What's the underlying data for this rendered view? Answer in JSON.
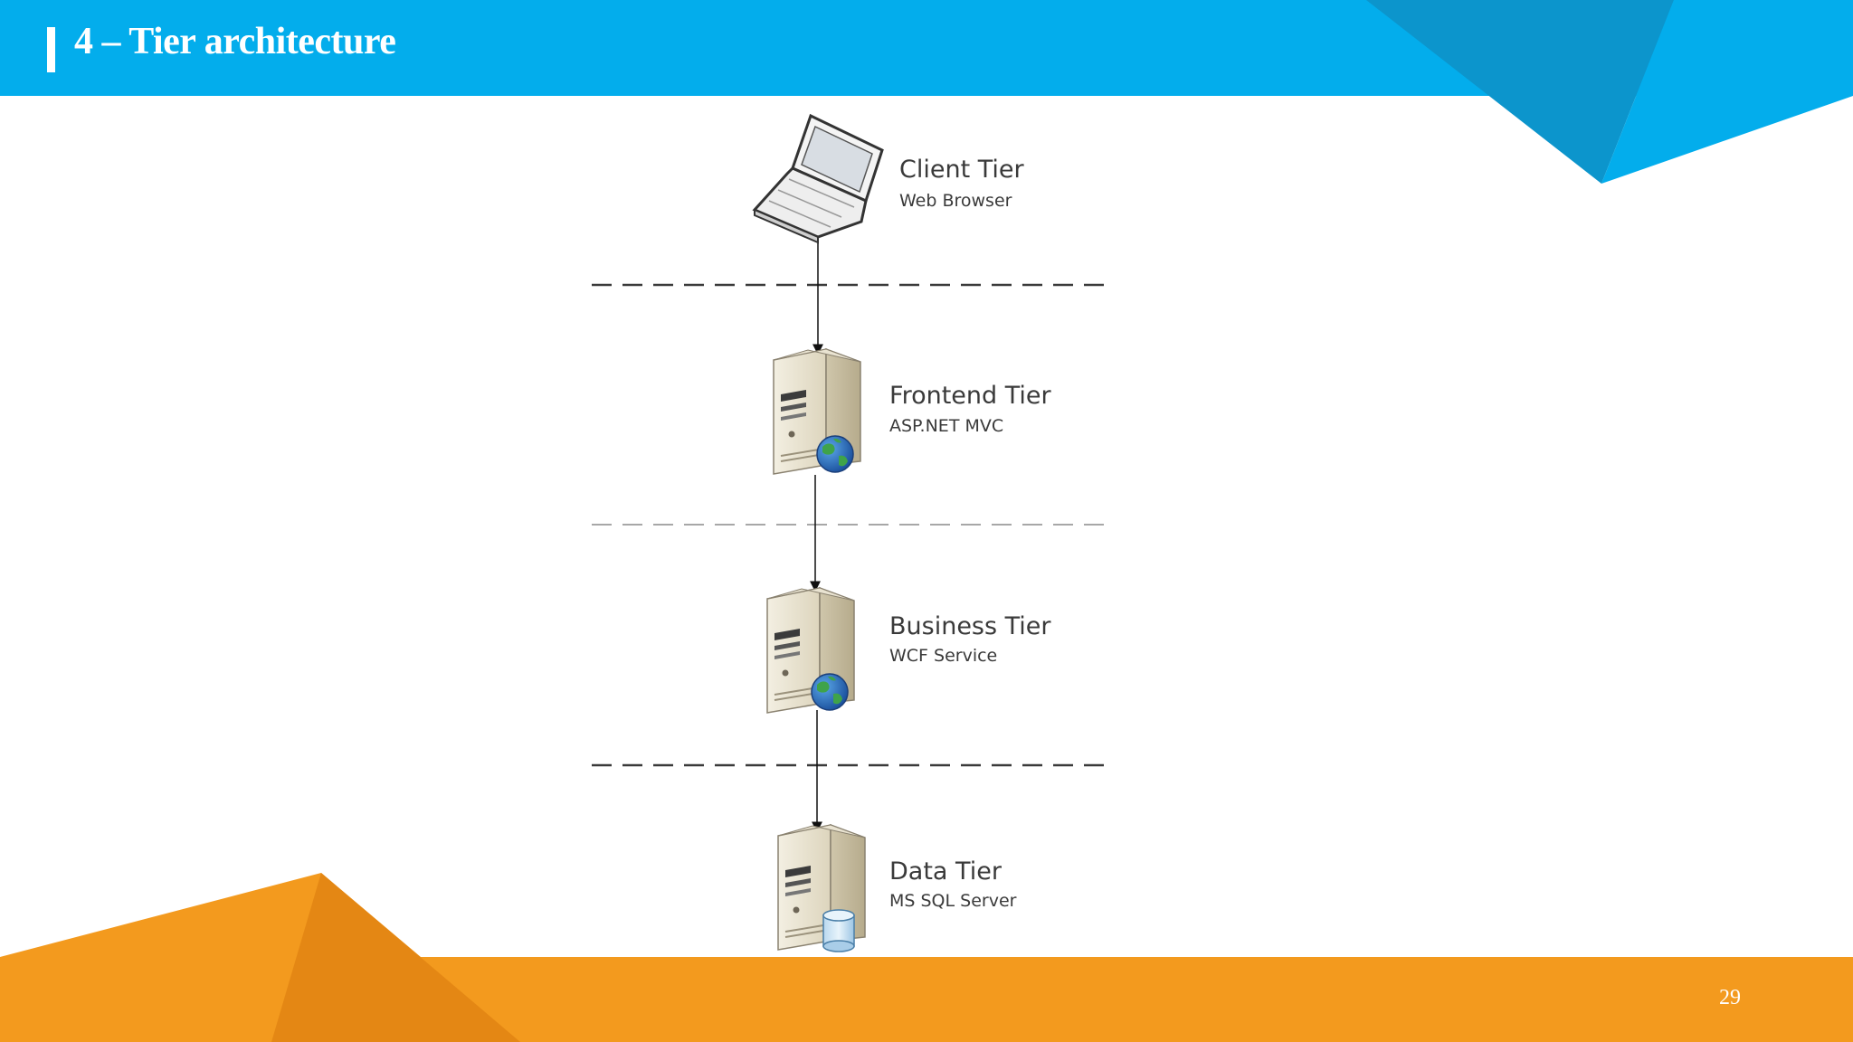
{
  "slide": {
    "title": "4 – Tier architecture",
    "page_number": "29"
  },
  "colors": {
    "header_blue": "#03adec",
    "header_dark_blue": "#0c95cc",
    "footer_orange": "#f39a1e",
    "footer_dark_orange": "#e48714"
  },
  "diagram": {
    "tiers": [
      {
        "name": "Client Tier",
        "tech": "Web Browser",
        "icon": "laptop-icon"
      },
      {
        "name": "Frontend Tier",
        "tech": "ASP.NET MVC",
        "icon": "web-server-icon"
      },
      {
        "name": "Business Tier",
        "tech": "WCF Service",
        "icon": "web-server-icon"
      },
      {
        "name": "Data Tier",
        "tech": "MS SQL Server",
        "icon": "database-server-icon"
      }
    ]
  }
}
